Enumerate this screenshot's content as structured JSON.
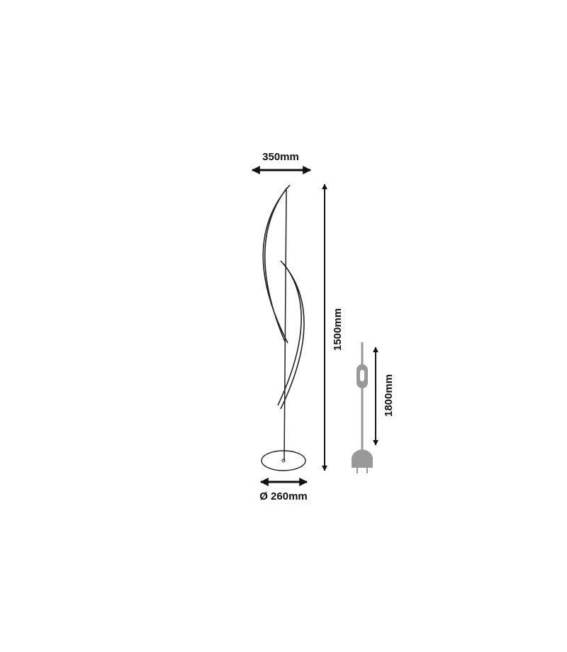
{
  "dimensions": {
    "width_label": "350mm",
    "height_label": "1500mm",
    "cable_label": "1800mm",
    "base_label": "Ø 260mm"
  },
  "colors": {
    "line": "#111111",
    "cable": "#999999"
  }
}
